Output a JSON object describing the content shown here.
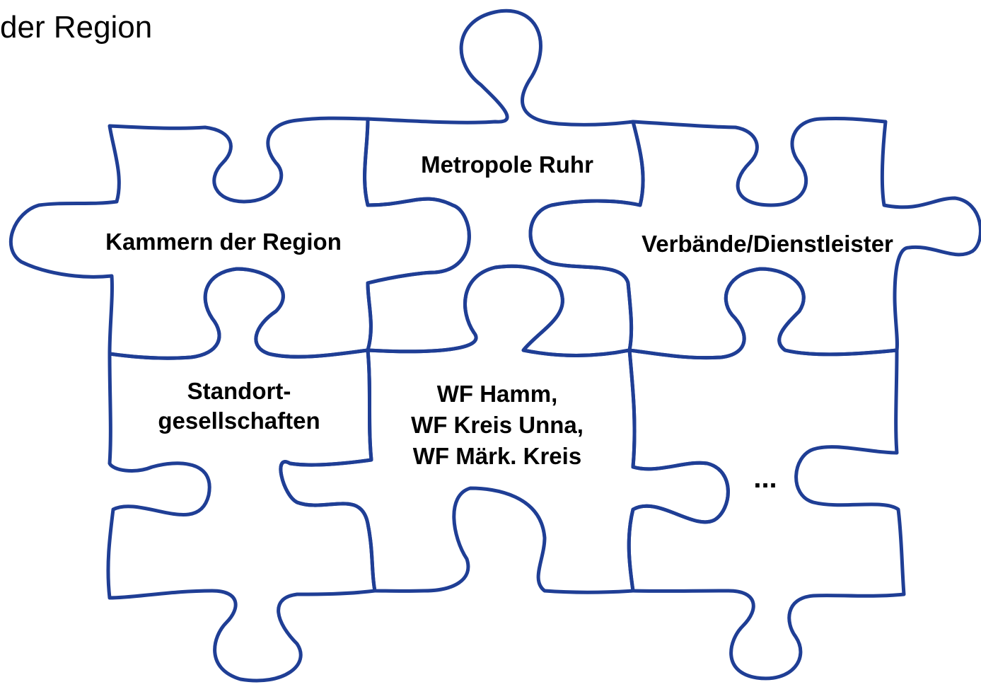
{
  "title": "der Region",
  "pieces": {
    "top_middle": "Metropole Ruhr",
    "middle_left": "Kammern der Region",
    "middle_right": "Verbände/Dienstleister",
    "bottom_left": [
      "Standort-",
      "gesellschaften"
    ],
    "bottom_middle": [
      "WF Hamm,",
      "WF Kreis Unna,",
      "WF Märk. Kreis"
    ],
    "bottom_right": "..."
  },
  "colors": {
    "outline": "#1f3e95",
    "text": "#000000",
    "background": "#ffffff"
  }
}
